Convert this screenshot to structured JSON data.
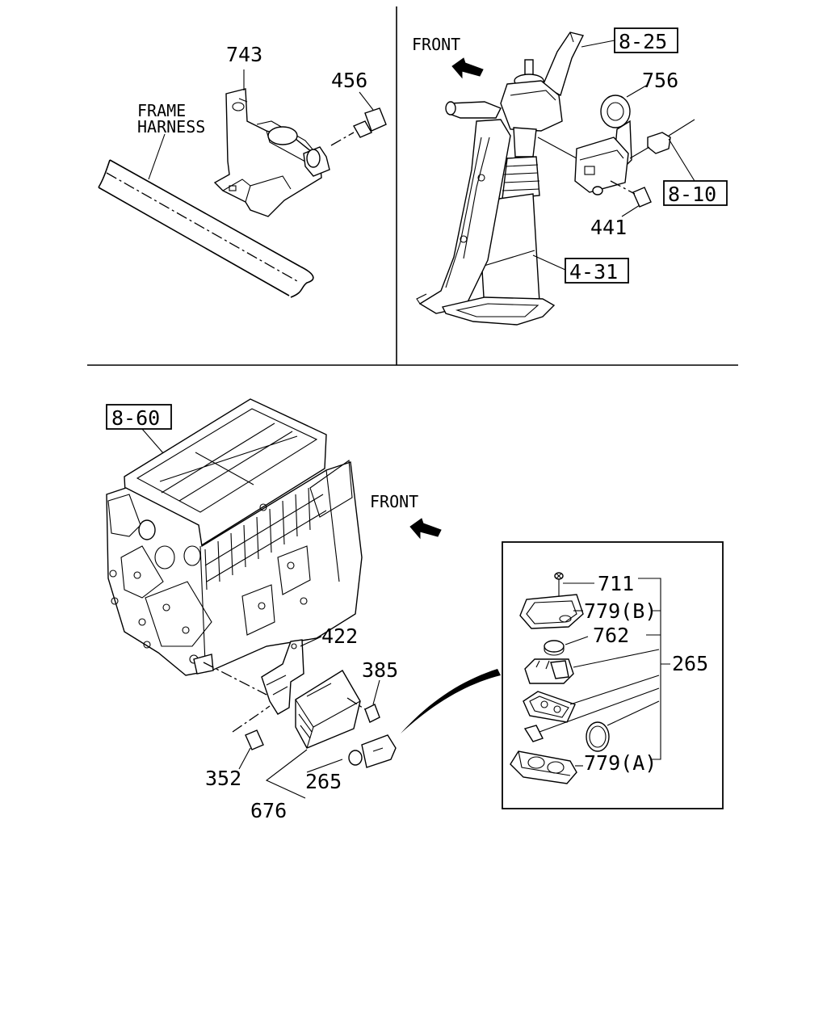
{
  "panels": {
    "top_left": {
      "labels": {
        "frame_harness_line1": "FRAME",
        "frame_harness_line2": "HARNESS",
        "p743": "743",
        "p456": "456"
      }
    },
    "top_right": {
      "labels": {
        "front": "FRONT",
        "ref_8_25": "8-25",
        "p756": "756",
        "ref_8_10": "8-10",
        "p441": "441",
        "ref_4_31": "4-31"
      }
    },
    "bottom": {
      "labels": {
        "ref_8_60": "8-60",
        "front": "FRONT",
        "p422": "422",
        "p385": "385",
        "p352": "352",
        "p265": "265",
        "p676": "676"
      }
    },
    "detail_box": {
      "labels": {
        "p711": "711",
        "p779b": "779(B)",
        "p762": "762",
        "p265": "265",
        "p779a": "779(A)"
      }
    }
  }
}
